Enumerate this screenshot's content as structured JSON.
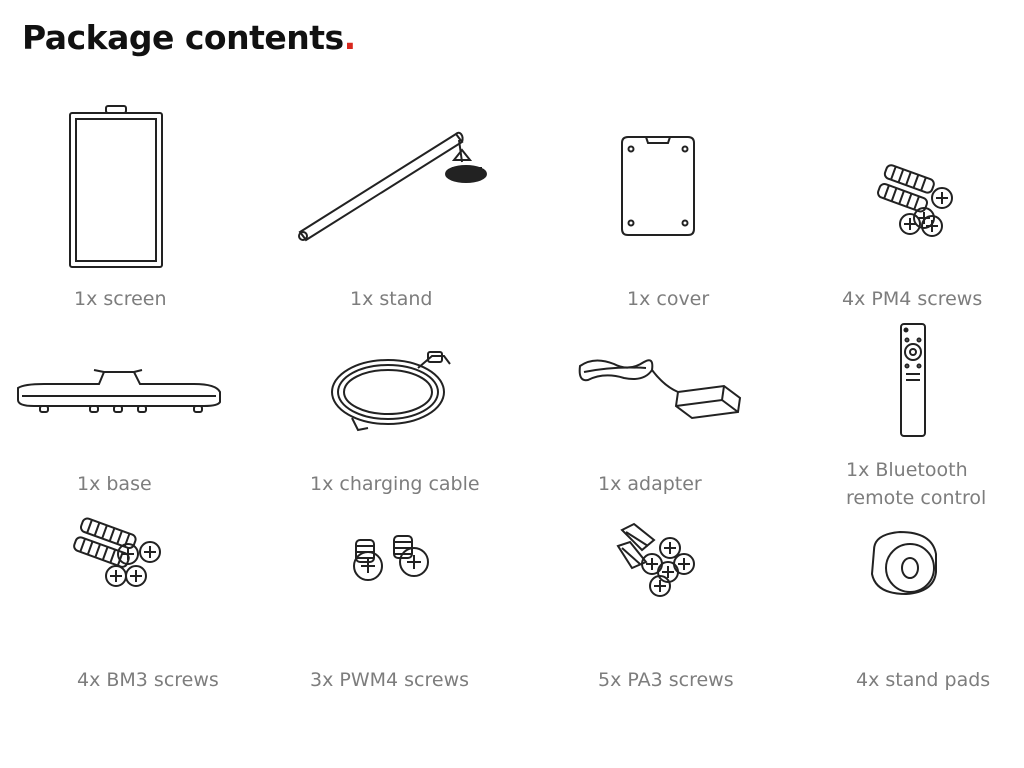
{
  "title": {
    "text": "Package contents",
    "dot": "."
  },
  "colors": {
    "accent": "#d8281e",
    "label": "#7d7d7d",
    "line": "#222222"
  },
  "items": [
    {
      "icon": "screen-icon",
      "label": "1x screen"
    },
    {
      "icon": "stand-icon",
      "label": "1x stand"
    },
    {
      "icon": "cover-icon",
      "label": "1x cover"
    },
    {
      "icon": "pm4-screws-icon",
      "label": "4x PM4 screws"
    },
    {
      "icon": "base-icon",
      "label": "1x base"
    },
    {
      "icon": "charging-cable-icon",
      "label": "1x charging cable"
    },
    {
      "icon": "adapter-icon",
      "label": "1x adapter"
    },
    {
      "icon": "remote-control-icon",
      "label_line1": "1x Bluetooth",
      "label_line2": "remote control"
    },
    {
      "icon": "bm3-screws-icon",
      "label": "4x BM3 screws"
    },
    {
      "icon": "pwm4-screws-icon",
      "label": "3x PWM4 screws"
    },
    {
      "icon": "pa3-screws-icon",
      "label": "5x PA3 screws"
    },
    {
      "icon": "stand-pads-icon",
      "label": "4x stand pads"
    }
  ]
}
